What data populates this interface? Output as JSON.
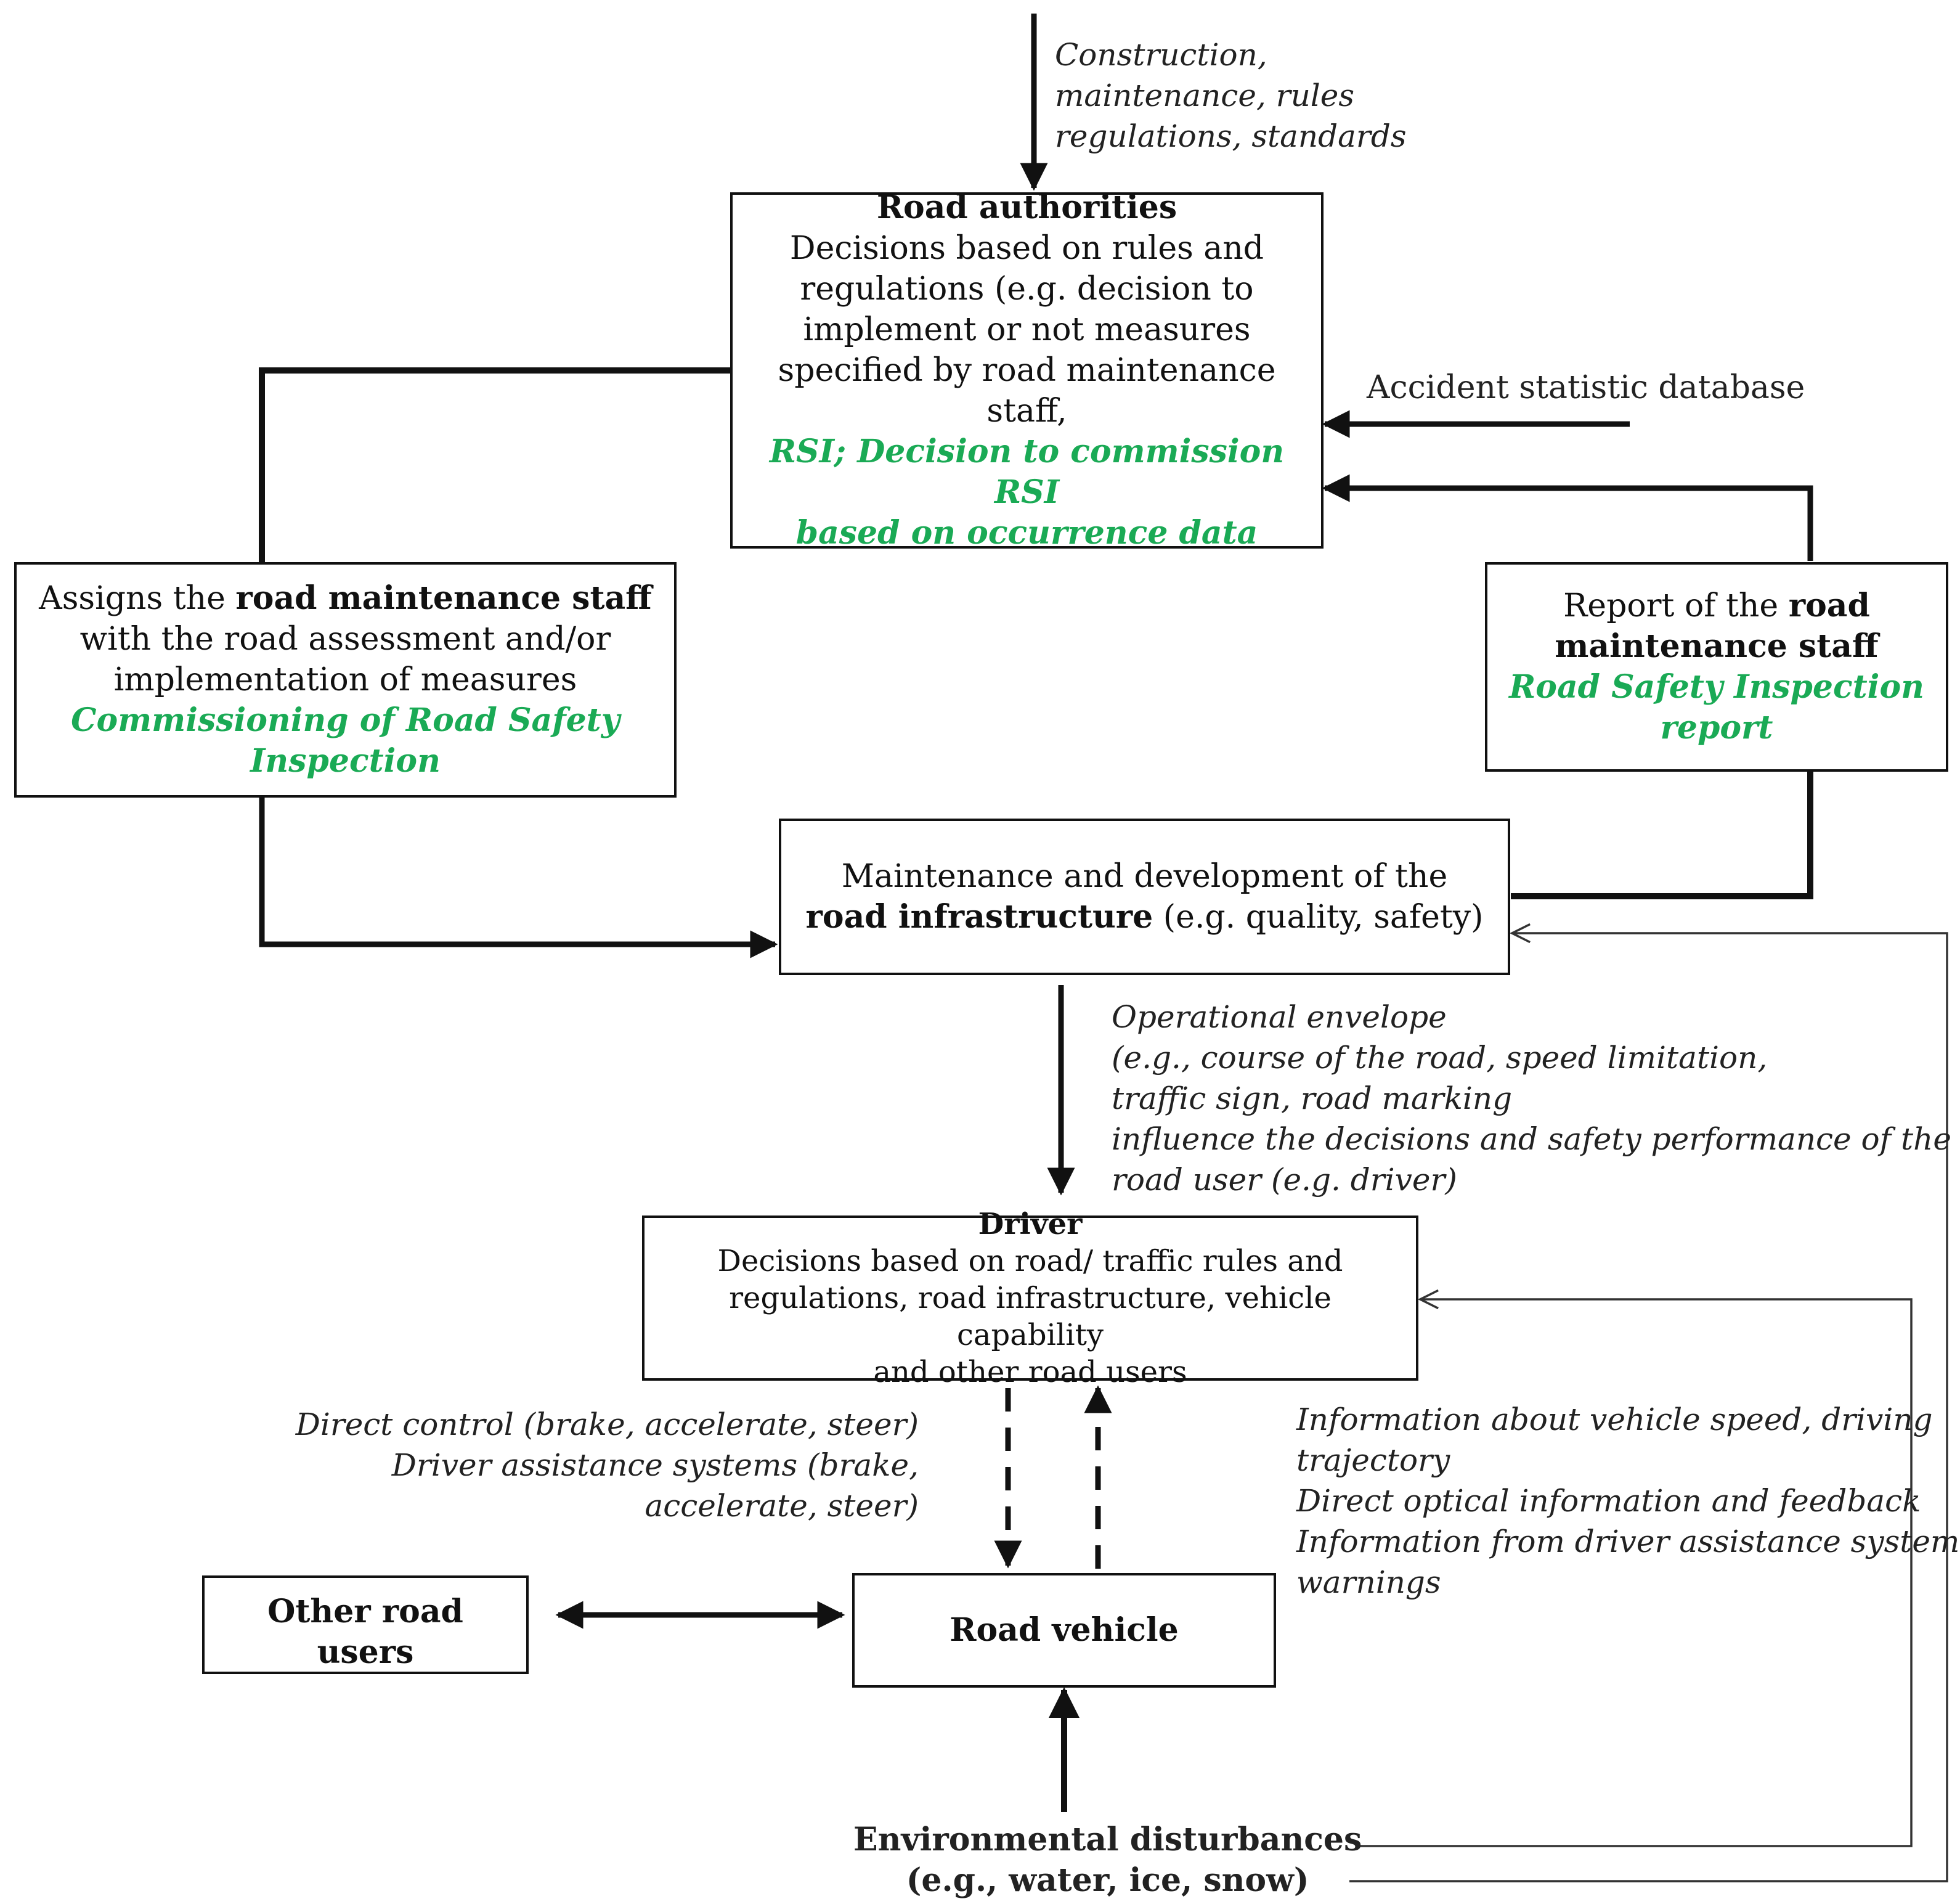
{
  "input_note": {
    "lines": [
      "Construction,",
      "maintenance, rules",
      "regulations, standards"
    ]
  },
  "road_authorities": {
    "title": "Road authorities",
    "lines": [
      "Decisions based on rules and",
      "regulations (e.g. decision to",
      "implement or not measures",
      "specified by road maintenance",
      "staff,"
    ],
    "green_lines": [
      "RSI; Decision to commission RSI",
      "based on occurrence data"
    ]
  },
  "accident_db": {
    "label": "Accident statistic database"
  },
  "assigns_box": {
    "line1_pre": "Assigns the ",
    "line1_bold": "road maintenance staff",
    "line2": "with the road assessment and/or",
    "line3": "implementation of measures",
    "green_lines": [
      "Commissioning of Road Safety",
      "Inspection"
    ]
  },
  "report_box": {
    "line1_pre": "Report of the ",
    "line1_bold": "road",
    "line2_bold": "maintenance staff",
    "green_lines": [
      "Road Safety Inspection",
      "report"
    ]
  },
  "infrastructure_box": {
    "line1": "Maintenance and development of the",
    "line2_bold": "road infrastructure",
    "line2_rest": " (e.g. quality, safety)"
  },
  "envelope_note": {
    "lines": [
      "Operational envelope",
      "(e.g., course of the road, speed limitation,",
      "traffic sign, road marking",
      "influence the decisions and safety performance of the",
      "road user (e.g. driver)"
    ]
  },
  "driver_box": {
    "title": "Driver",
    "lines": [
      "Decisions based on road/ traffic rules and",
      "regulations, road infrastructure, vehicle capability",
      "and other road users"
    ]
  },
  "control_note": {
    "lines": [
      "Direct control (brake, accelerate, steer)",
      "Driver assistance systems (brake,",
      "accelerate, steer)"
    ]
  },
  "feedback_note": {
    "lines": [
      "Information about vehicle speed, driving",
      "trajectory",
      "Direct optical information and feedback",
      "Information from driver assistance systems/",
      "warnings"
    ]
  },
  "other_users_box": {
    "label": "Other road users"
  },
  "vehicle_box": {
    "label": "Road vehicle"
  },
  "environment": {
    "lines": [
      "Environmental disturbances",
      "(e.g., water, ice, snow)"
    ]
  }
}
